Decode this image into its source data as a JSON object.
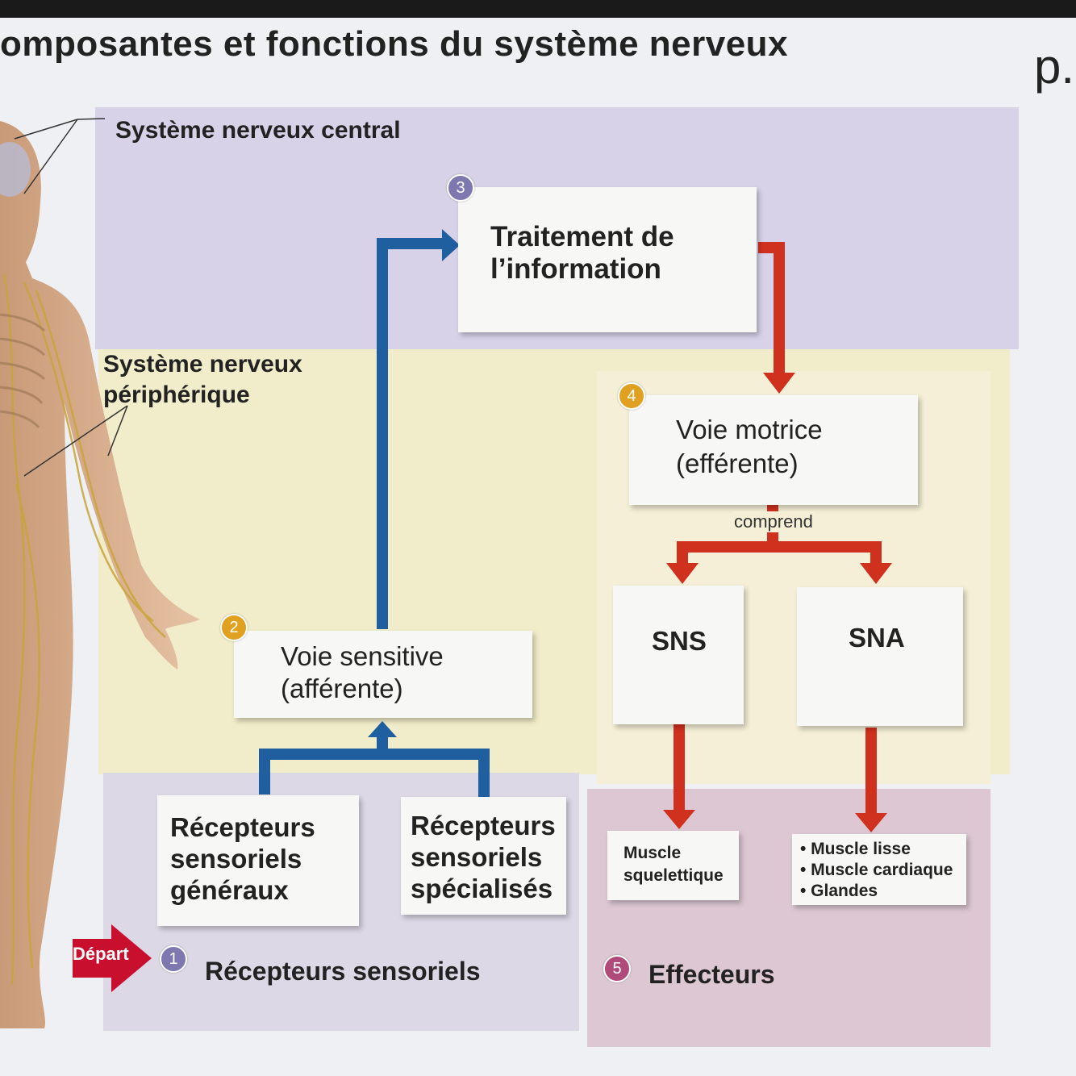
{
  "header": {
    "title": "omposantes et fonctions du système nerveux",
    "page_ref": "p."
  },
  "zones": {
    "cns_label": "Système nerveux central",
    "pns_label_line1": "Système nerveux",
    "pns_label_line2": "périphérique"
  },
  "steps": {
    "traitement": {
      "num": "3",
      "line1": "Traitement de",
      "line2": "l’information"
    },
    "motrice": {
      "num": "4",
      "line1": "Voie motrice",
      "line2": "(efférente)"
    },
    "sensitive": {
      "num": "2",
      "line1": "Voie sensitive",
      "line2": "(afférente)"
    },
    "recepteurs": {
      "num": "1",
      "label": "Récepteurs sensoriels"
    },
    "effecteurs": {
      "num": "5",
      "label": "Effecteurs"
    }
  },
  "boxes": {
    "sns": "SNS",
    "sna": "SNA",
    "rec_generaux": [
      "Récepteurs",
      "sensoriels",
      "généraux"
    ],
    "rec_specialises": [
      "Récepteurs",
      "sensoriels",
      "spécialisés"
    ],
    "muscle_squelettique": [
      "Muscle",
      "squelettique"
    ],
    "sna_effectors": [
      "• Muscle lisse",
      "• Muscle cardiaque",
      "• Glandes"
    ]
  },
  "connector_label": "comprend",
  "start_label": "Départ",
  "colors": {
    "afferent_arrow": "#1f5fa0",
    "efferent_arrow": "#d0301e",
    "cns_zone": "#d7d2e8",
    "pns_zone": "#f1ecc9",
    "effect_zone": "#dcc7d2"
  }
}
